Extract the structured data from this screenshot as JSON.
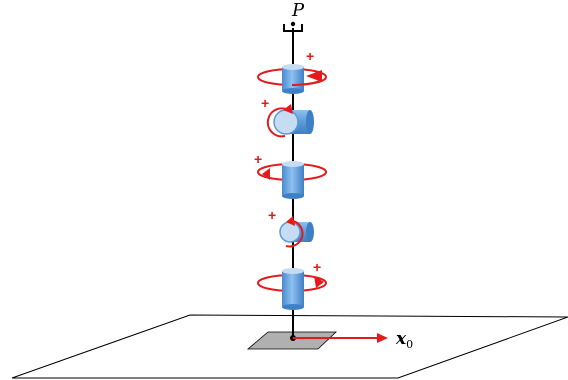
{
  "labels": {
    "end_point": "P",
    "axis_symbol": "x",
    "axis_subscript": "0"
  },
  "joints": [
    {
      "kind": "vertical",
      "sign": "+"
    },
    {
      "kind": "horizontal",
      "sign": "+"
    },
    {
      "kind": "vertical",
      "sign": "+"
    },
    {
      "kind": "horizontal",
      "sign": "+"
    },
    {
      "kind": "vertical",
      "sign": "+"
    }
  ],
  "colors": {
    "rotation_arrow": "#e41a1c",
    "cylinder_fill": "#5b9bd5",
    "cylinder_light": "#c5dcf3",
    "axis_arrow": "#e41a1c",
    "floor_stroke": "#000000",
    "base_plate": "#b0b0b0"
  }
}
